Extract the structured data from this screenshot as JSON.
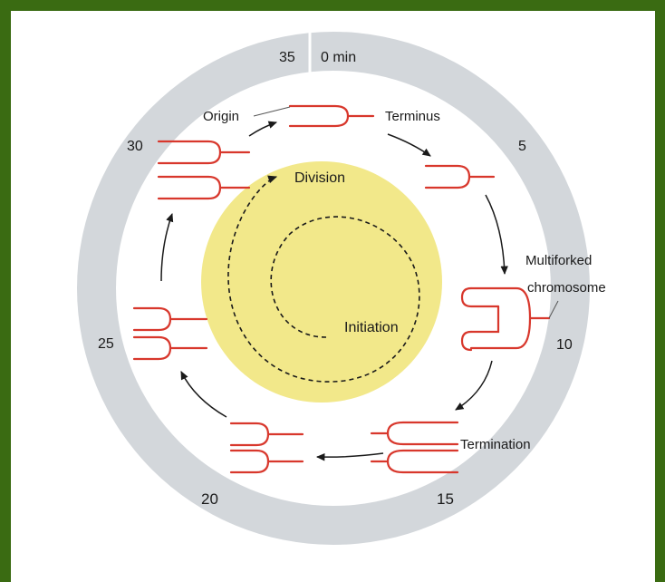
{
  "diagram": {
    "time_labels": {
      "t0": "0 min",
      "t5": "5",
      "t10": "10",
      "t15": "15",
      "t20": "20",
      "t25": "25",
      "t30": "30",
      "t35": "35"
    },
    "labels": {
      "origin": "Origin",
      "terminus": "Terminus",
      "division": "Division",
      "initiation": "Initiation",
      "multiforked_line1": "Multiforked",
      "multiforked_line2": "chromosome",
      "termination": "Termination"
    },
    "colors": {
      "background": "#3a6b12",
      "outer_ring": "#d3d7db",
      "inner_disc": "#f2e88a",
      "chromosome": "#d8372c",
      "arrow": "#1a1a1a"
    }
  }
}
